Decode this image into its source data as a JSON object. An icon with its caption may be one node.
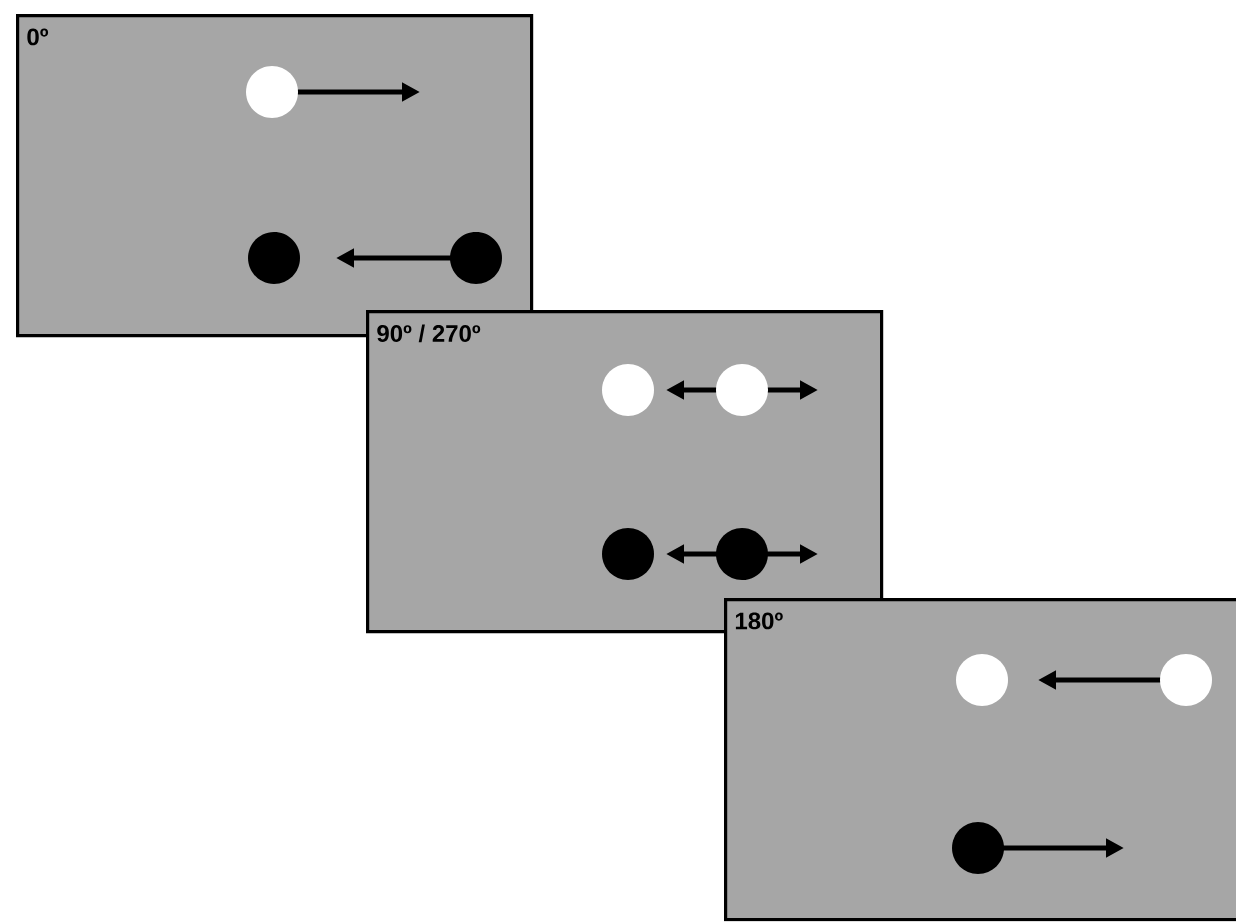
{
  "diagram": {
    "nodes": [
      {
        "text": [
          "0º"
        ]
      },
      {
        "text": [
          "90º / 270º"
        ]
      },
      {
        "text": [
          "180º"
        ]
      }
    ]
  }
}
